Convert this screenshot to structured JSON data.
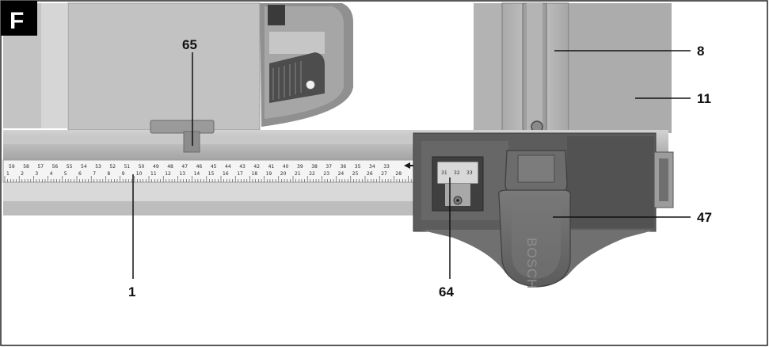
{
  "figure": {
    "panel_letter": "F",
    "brand": "BOSCH",
    "callouts": {
      "c65": "65",
      "c8": "8",
      "c11": "11",
      "c47": "47",
      "c1": "1",
      "c64": "64"
    },
    "scale": {
      "top_numbers": [
        "59",
        "58",
        "57",
        "56",
        "55",
        "54",
        "53",
        "52",
        "51",
        "50",
        "49",
        "48",
        "47",
        "46",
        "45",
        "44",
        "43",
        "42",
        "41",
        "40",
        "39",
        "38",
        "37",
        "36",
        "35",
        "34",
        "33"
      ],
      "bottom_numbers": [
        "1",
        "2",
        "3",
        "4",
        "5",
        "6",
        "7",
        "8",
        "9",
        "10",
        "11",
        "12",
        "13",
        "14",
        "15",
        "16",
        "17",
        "18",
        "19",
        "20",
        "21",
        "22",
        "23",
        "24",
        "25",
        "26",
        "27",
        "28"
      ],
      "window_numbers": [
        "31",
        "32",
        "33"
      ]
    }
  },
  "colors": {
    "panel_badge": "#000000",
    "metal": "#b9b9b9",
    "dark_metal": "#5d5d5d",
    "scale_strip": "#f4f4f4"
  }
}
